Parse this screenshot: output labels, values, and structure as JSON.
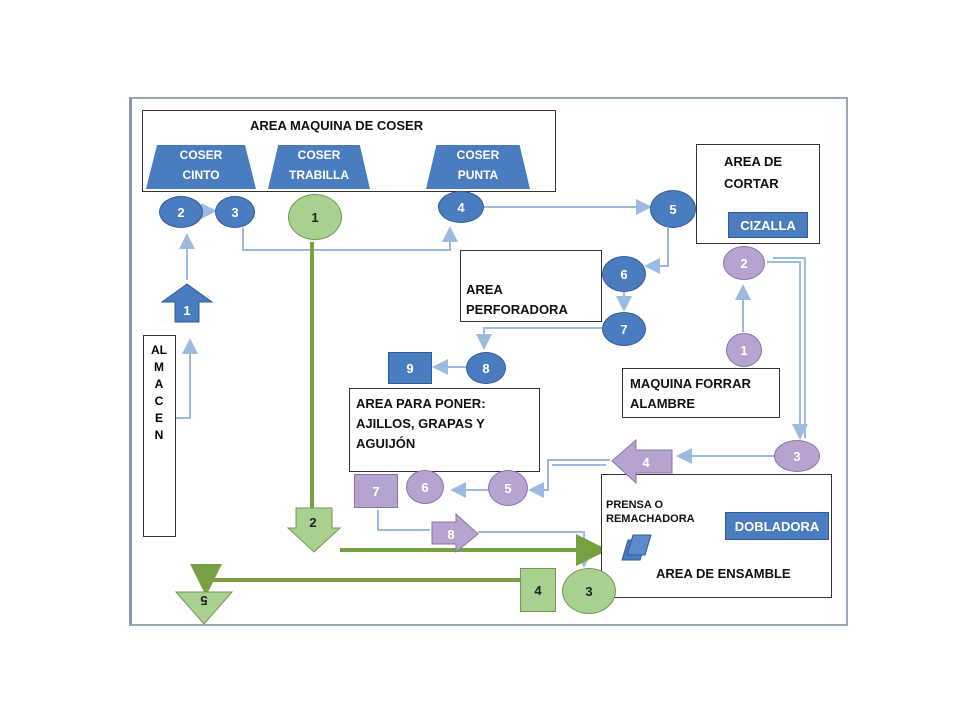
{
  "areas": {
    "maquina_coser": "AREA MAQUINA DE COSER",
    "cortar": "AREA DE CORTAR",
    "perforadora": "AREA PERFORADORA",
    "poner": "AREA PARA PONER: AJILLOS, GRAPAS Y AGUIJÓN",
    "forrar": "MAQUINA FORRAR ALAMBRE",
    "ensamble": "AREA DE ENSAMBLE",
    "almacen": "ALMACEN"
  },
  "stations": {
    "coser_cinto": "COSER CINTO",
    "coser_trabilla": "COSER TRABILLA",
    "coser_punta": "COSER PUNTA",
    "cizalla": "CIZALLA",
    "dobladora": "DOBLADORA",
    "prensa": "PRENSA O REMACHADORA"
  },
  "blue_steps": [
    "1",
    "2",
    "3",
    "4",
    "5",
    "6",
    "7",
    "8",
    "9"
  ],
  "purple_steps": [
    "1",
    "2",
    "3",
    "4",
    "5",
    "6",
    "7",
    "8"
  ],
  "green_steps": [
    "1",
    "2",
    "3",
    "4",
    "5"
  ],
  "colors": {
    "blue": "#4a7cc0",
    "purple": "#b7a3cf",
    "green": "#a9d08e",
    "green_line": "#77a043",
    "flow_line": "#9dbbe0"
  }
}
